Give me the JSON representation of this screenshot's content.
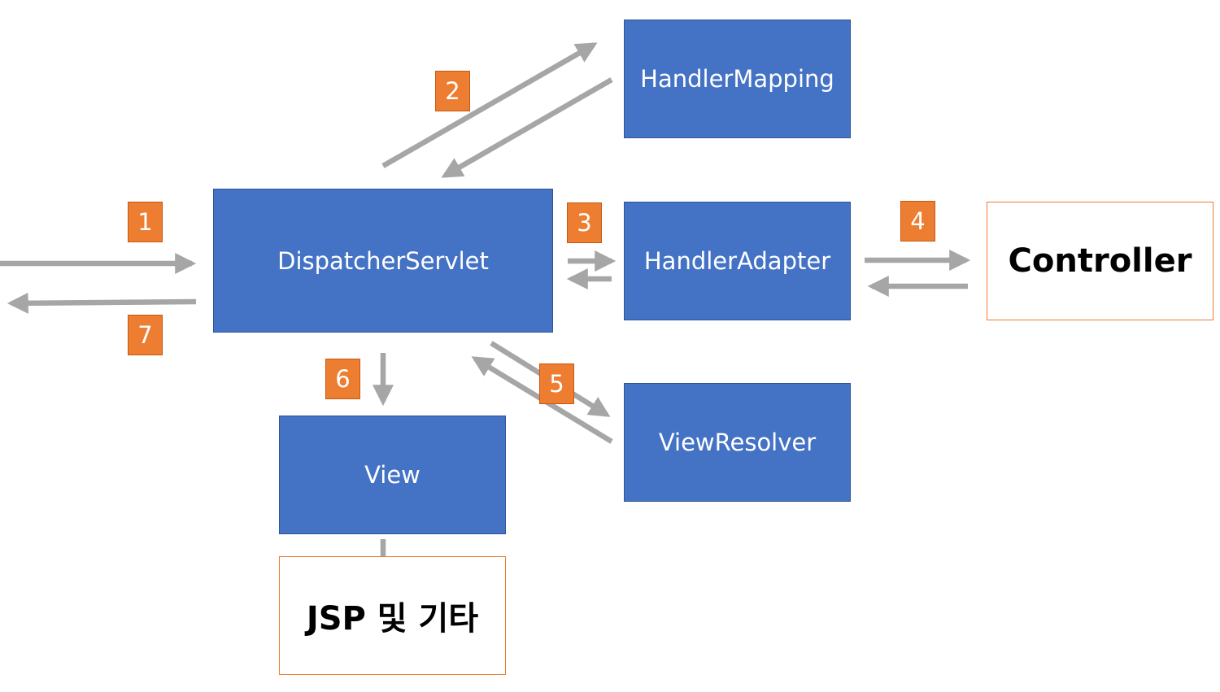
{
  "colors": {
    "box_fill": "#4472c4",
    "box_border": "#2f5597",
    "box_text": "#ffffff",
    "badge_fill": "#ed7d31",
    "outline_border": "#ed7d31",
    "arrow": "#a6a6a6"
  },
  "nodes": {
    "handler_mapping": "HandlerMapping",
    "dispatcher_servlet": "DispatcherServlet",
    "handler_adapter": "HandlerAdapter",
    "controller": "Controller",
    "view_resolver": "ViewResolver",
    "view": "View",
    "jsp": "JSP 및 기타"
  },
  "steps": {
    "s1": "1",
    "s2": "2",
    "s3": "3",
    "s4": "4",
    "s5": "5",
    "s6": "6",
    "s7": "7"
  }
}
